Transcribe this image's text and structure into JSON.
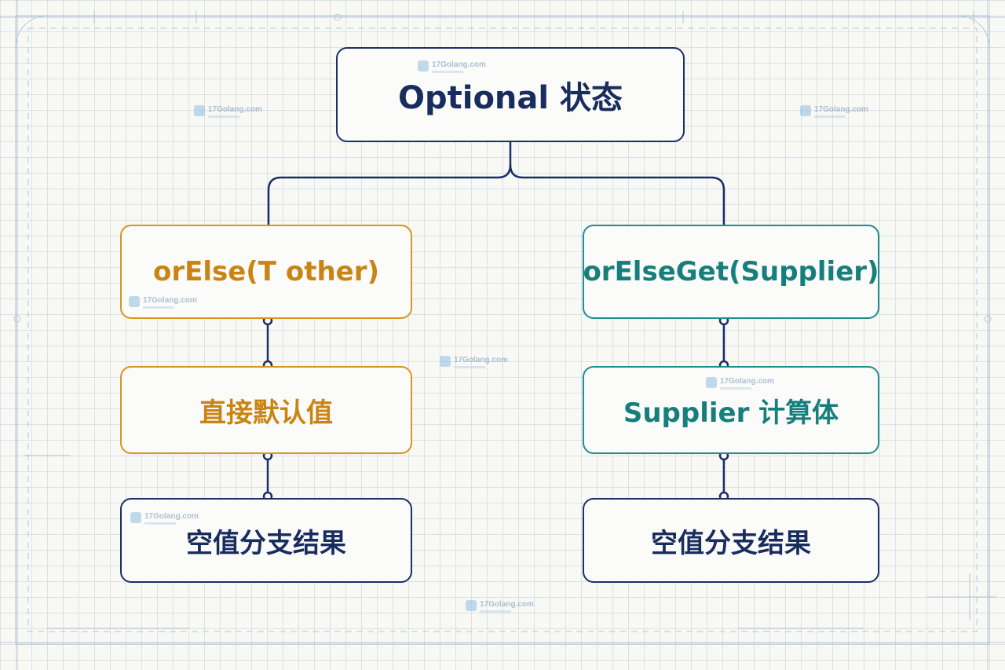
{
  "nodes": {
    "root": "Optional 状态",
    "left": [
      "orElse(T other)",
      "直接默认值",
      "空值分支结果"
    ],
    "right": [
      "orElseGet(Supplier)",
      "Supplier 计算体",
      "空值分支结果"
    ]
  },
  "watermark": "17Golang.com",
  "colors": {
    "navy": "#1b2f68",
    "orange": "#d9951e",
    "teal": "#1f8f8c",
    "background": "#f8f8f5"
  }
}
